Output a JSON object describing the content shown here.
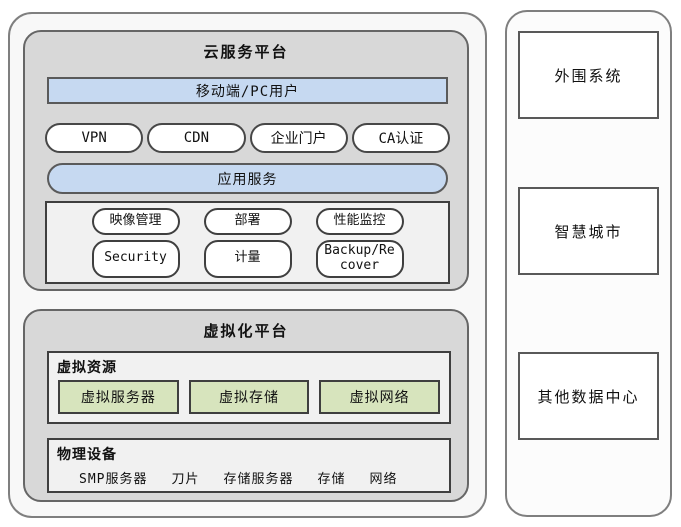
{
  "colors": {
    "accent_blue": "#c6d9f1",
    "accent_green": "#d7e4bd",
    "platform_gray": "#d8d8d8",
    "panel_light": "#f1f1f1",
    "border_dark": "#3f3f3f",
    "border_mid": "#7f7f7f"
  },
  "cloud_platform": {
    "title": "云服务平台",
    "user_bar": "移动端/PC用户",
    "access_pills": [
      {
        "label": "VPN"
      },
      {
        "label": "CDN"
      },
      {
        "label": "企业门户"
      },
      {
        "label": "CA认证"
      }
    ],
    "app_service_bar": "应用服务",
    "management_pills_row1": [
      {
        "label": "映像管理"
      },
      {
        "label": "部署"
      },
      {
        "label": "性能监控"
      }
    ],
    "management_pills_row2": [
      {
        "label": "Security"
      },
      {
        "label": "计量"
      },
      {
        "label": "Backup/Recover"
      }
    ]
  },
  "virtualization_platform": {
    "title": "虚拟化平台",
    "virtual_resources": {
      "label": "虚拟资源",
      "items": [
        {
          "label": "虚拟服务器"
        },
        {
          "label": "虚拟存储"
        },
        {
          "label": "虚拟网络"
        }
      ]
    },
    "physical_devices": {
      "label": "物理设备",
      "items": [
        {
          "label": "SMP服务器"
        },
        {
          "label": "刀片"
        },
        {
          "label": "存储服务器"
        },
        {
          "label": "存储"
        },
        {
          "label": "网络"
        }
      ]
    }
  },
  "external_column": {
    "boxes": [
      {
        "label": "外围系统"
      },
      {
        "label": "智慧城市"
      },
      {
        "label": "其他数据中心"
      }
    ]
  }
}
